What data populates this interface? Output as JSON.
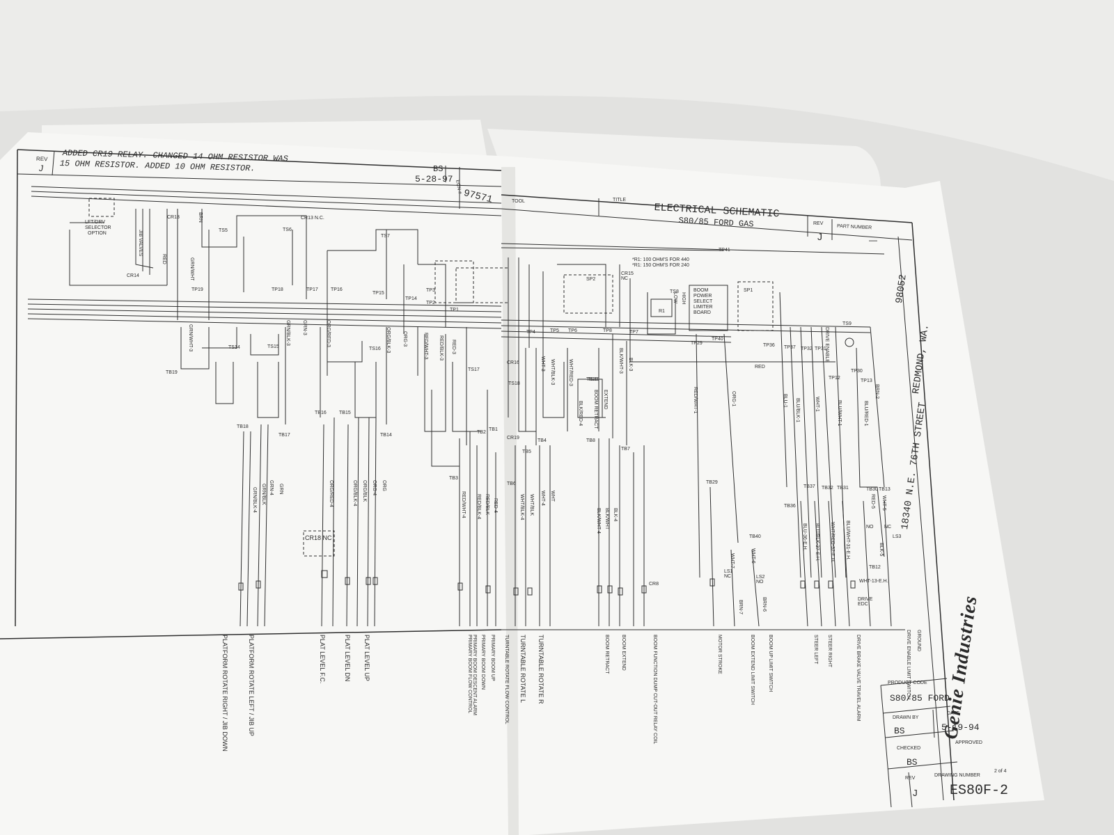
{
  "revision_block": {
    "rev_label": "REV",
    "rev_value": "J",
    "note_line1": "ADDED CR19 RELAY. CHANGED 14 OHM RESISTOR WAS",
    "note_line2": "15 OHM RESISTOR. ADDED 10 OHM RESISTOR.",
    "drawn_initials": "BS",
    "drawn_date": "5-28-97",
    "ecn_label": "ECN #",
    "ecn_number": "97571"
  },
  "header": {
    "tool_label": "TOOL",
    "title_label": "TITLE",
    "title_line1": "ELECTRICAL SCHEMATIC",
    "title_line2": "S80/85 FORD GAS",
    "rev_label": "REV",
    "rev_value": "J",
    "part_number_label": "PART NUMBER",
    "part_number_value": "—"
  },
  "left_components": [
    {
      "label": "LFT/DRV"
    },
    {
      "label": "SELECTOR"
    },
    {
      "label": "OPTION"
    },
    {
      "label": "JIB VALVES"
    },
    {
      "label": "CR13"
    },
    {
      "label": "CR14"
    },
    {
      "label": "CR13 N.C."
    },
    {
      "label": "TS5"
    },
    {
      "label": "TS6"
    },
    {
      "label": "TS7"
    },
    {
      "label": "TS14"
    },
    {
      "label": "TS15"
    },
    {
      "label": "TS16"
    },
    {
      "label": "TS17"
    },
    {
      "label": "TS18"
    },
    {
      "label": "TS19"
    },
    {
      "label": "CR18 NC"
    },
    {
      "label": "CR16"
    },
    {
      "label": "CR19"
    },
    {
      "label": "CR15 NC"
    },
    {
      "label": "RED"
    },
    {
      "label": "BRN"
    }
  ],
  "tp_labels": [
    {
      "label": "TP19"
    },
    {
      "label": "TP18"
    },
    {
      "label": "TP17"
    },
    {
      "label": "TP16"
    },
    {
      "label": "TP15"
    },
    {
      "label": "TP14"
    },
    {
      "label": "TP3"
    },
    {
      "label": "TP2"
    },
    {
      "label": "TP1"
    },
    {
      "label": "TP4"
    },
    {
      "label": "TP5"
    },
    {
      "label": "TP6"
    },
    {
      "label": "TP8"
    },
    {
      "label": "TP7"
    },
    {
      "label": "TP29"
    },
    {
      "label": "TP40"
    },
    {
      "label": "TP36"
    },
    {
      "label": "TP37"
    },
    {
      "label": "TP32"
    },
    {
      "label": "TP31"
    },
    {
      "label": "TP30"
    },
    {
      "label": "TP12"
    },
    {
      "label": "TP13"
    },
    {
      "label": "TP41"
    }
  ],
  "tb_labels": [
    {
      "label": "TB19"
    },
    {
      "label": "TB18"
    },
    {
      "label": "TB17"
    },
    {
      "label": "TB16"
    },
    {
      "label": "TB15"
    },
    {
      "label": "TB14"
    },
    {
      "label": "TB3"
    },
    {
      "label": "TB2"
    },
    {
      "label": "TB1"
    },
    {
      "label": "TB6"
    },
    {
      "label": "TB5"
    },
    {
      "label": "TB4"
    },
    {
      "label": "TB8"
    },
    {
      "label": "TB7"
    },
    {
      "label": "TB29"
    },
    {
      "label": "TB40"
    },
    {
      "label": "TB36"
    },
    {
      "label": "TB37"
    },
    {
      "label": "TB32"
    },
    {
      "label": "TB31"
    },
    {
      "label": "TB30"
    },
    {
      "label": "TB13"
    },
    {
      "label": "TB12"
    }
  ],
  "wire_labels": [
    {
      "label": "GRN/WHT"
    },
    {
      "label": "GRN/WHT-3"
    },
    {
      "label": "GRN/BLK-3"
    },
    {
      "label": "GRN-3"
    },
    {
      "label": "ORG/RED-3"
    },
    {
      "label": "ORG/BLK-3"
    },
    {
      "label": "ORG-3"
    },
    {
      "label": "RED/WHT-3"
    },
    {
      "label": "RED/BLK-3"
    },
    {
      "label": "RED-3"
    },
    {
      "label": "WHT-3"
    },
    {
      "label": "WHT/BLK-3"
    },
    {
      "label": "WHT/RED-3"
    },
    {
      "label": "BLK-3"
    },
    {
      "label": "BLK/WHT-3"
    },
    {
      "label": "BLK/RED-4"
    },
    {
      "label": "RED/WHT-1"
    },
    {
      "label": "ORG-1"
    },
    {
      "label": "BLU-1"
    },
    {
      "label": "BLU/BLK-1"
    },
    {
      "label": "WHT-1"
    },
    {
      "label": "BLU/WHT-1"
    },
    {
      "label": "BLU/RED-1"
    },
    {
      "label": "BRN-2"
    },
    {
      "label": "GRN"
    },
    {
      "label": "GRN-4"
    },
    {
      "label": "GRN/BLK"
    },
    {
      "label": "GRN/BLK-4"
    },
    {
      "label": "ORG/RED-4"
    },
    {
      "label": "ORG/BLK-4"
    },
    {
      "label": "ORG/BLK"
    },
    {
      "label": "ORG-4"
    },
    {
      "label": "ORG"
    },
    {
      "label": "RED/WHT-4"
    },
    {
      "label": "RED/BLK"
    },
    {
      "label": "RED/BLK-4"
    },
    {
      "label": "RED-4"
    },
    {
      "label": "WHT/BLK-4"
    },
    {
      "label": "WHT/BLK"
    },
    {
      "label": "WHT-4"
    },
    {
      "label": "WHT"
    },
    {
      "label": "BLK-4"
    },
    {
      "label": "BLK/WHT"
    },
    {
      "label": "BLK/WHT-4"
    },
    {
      "label": "WHT-7"
    },
    {
      "label": "WHT-6"
    },
    {
      "label": "BRN-7"
    },
    {
      "label": "BRN-6"
    },
    {
      "label": "BLU-36-E.H."
    },
    {
      "label": "BLU/BLK-37-E.H."
    },
    {
      "label": "WHT/RED-32-E.H."
    },
    {
      "label": "BLU/WHT-31-E.H."
    },
    {
      "label": "RED-5"
    },
    {
      "label": "WHT-5"
    },
    {
      "label": "BLK-5"
    },
    {
      "label": "WHT-13-E.H."
    }
  ],
  "right_components": [
    {
      "label": "*R1: 100 OHM'S FOR 440"
    },
    {
      "label": "*R1: 150 OHM'S FOR 240"
    },
    {
      "label": "SP2"
    },
    {
      "label": "SP1"
    },
    {
      "label": "TS8"
    },
    {
      "label": "TS9"
    },
    {
      "label": "R1"
    },
    {
      "label": "LOW"
    },
    {
      "label": "HIGH"
    },
    {
      "label": "BOOM POWER SELECT LIMITER BOARD"
    },
    {
      "label": "DRIVE ENABLE"
    },
    {
      "label": "RED"
    },
    {
      "label": "TS19"
    },
    {
      "label": "BOOM RETRACT"
    },
    {
      "label": "EXTEND"
    },
    {
      "label": "LS1 NC"
    },
    {
      "label": "LS2 NO"
    },
    {
      "label": "LS3"
    },
    {
      "label": "NO"
    },
    {
      "label": "NC"
    },
    {
      "label": "DRIVE EDC"
    },
    {
      "label": "CR8"
    }
  ],
  "function_labels": [
    {
      "label": "PLATFORM ROTATE RIGHT / JIB DOWN"
    },
    {
      "label": "PLATFORM ROTATE LEFT / JIB UP"
    },
    {
      "label": "PLAT LEVEL F.C."
    },
    {
      "label": "PLAT LEVEL DN"
    },
    {
      "label": "PLAT LEVEL UP"
    },
    {
      "label": "PRIMARY BOOM FLOW CONTROL"
    },
    {
      "label": "PRIMARY BOOM DESCENT ALARM"
    },
    {
      "label": "PRIMARY BOOM DOWN"
    },
    {
      "label": "PRIMARY BOOM UP"
    },
    {
      "label": "TURNTABLE ROTATE FLOW CONTROL"
    },
    {
      "label": "TURNTABLE ROTATE L"
    },
    {
      "label": "TURNTABLE ROTATE R"
    },
    {
      "label": "BOOM RETRACT"
    },
    {
      "label": "BOOM EXTEND"
    },
    {
      "label": "BOOM FUNCTION DUMP CUT-OUT RELAY COIL"
    },
    {
      "label": "MOTOR STROKE"
    },
    {
      "label": "BOOM EXTEND LIMIT SWITCH"
    },
    {
      "label": "BOOM UP LIMIT SWITCH"
    },
    {
      "label": "STEER LEFT"
    },
    {
      "label": "STEER RIGHT"
    },
    {
      "label": "DRIVE BRAKE VALVE TRAVEL ALARM"
    },
    {
      "label": "DRIVE ENABLE LIMIT SWITCH"
    },
    {
      "label": "GROUND"
    }
  ],
  "company": {
    "address1": "18340 N.E. 76TH STREET",
    "address2": "REDMOND, WA.",
    "zip": "98052",
    "logo_text": "Genie Industries"
  },
  "title_block": {
    "product_code_label": "PRODUCT CODE",
    "product_code": "S80/85 FORD",
    "drawn_by_label": "DRAWN BY",
    "drawn_by": "BS",
    "date_label": "DATE",
    "date": "5-19-94",
    "checked_label": "CHECKED",
    "checked": "BS",
    "approved_label": "APPROVED",
    "rev_label": "REV",
    "rev": "J",
    "drawing_number_label": "DRAWING NUMBER",
    "sheet": "2 of 4",
    "drawing_number": "ES80F-2"
  },
  "colors": {
    "background": "#e4e4e2",
    "paper": "#f6f6f4",
    "ink": "#2a2a2a"
  }
}
